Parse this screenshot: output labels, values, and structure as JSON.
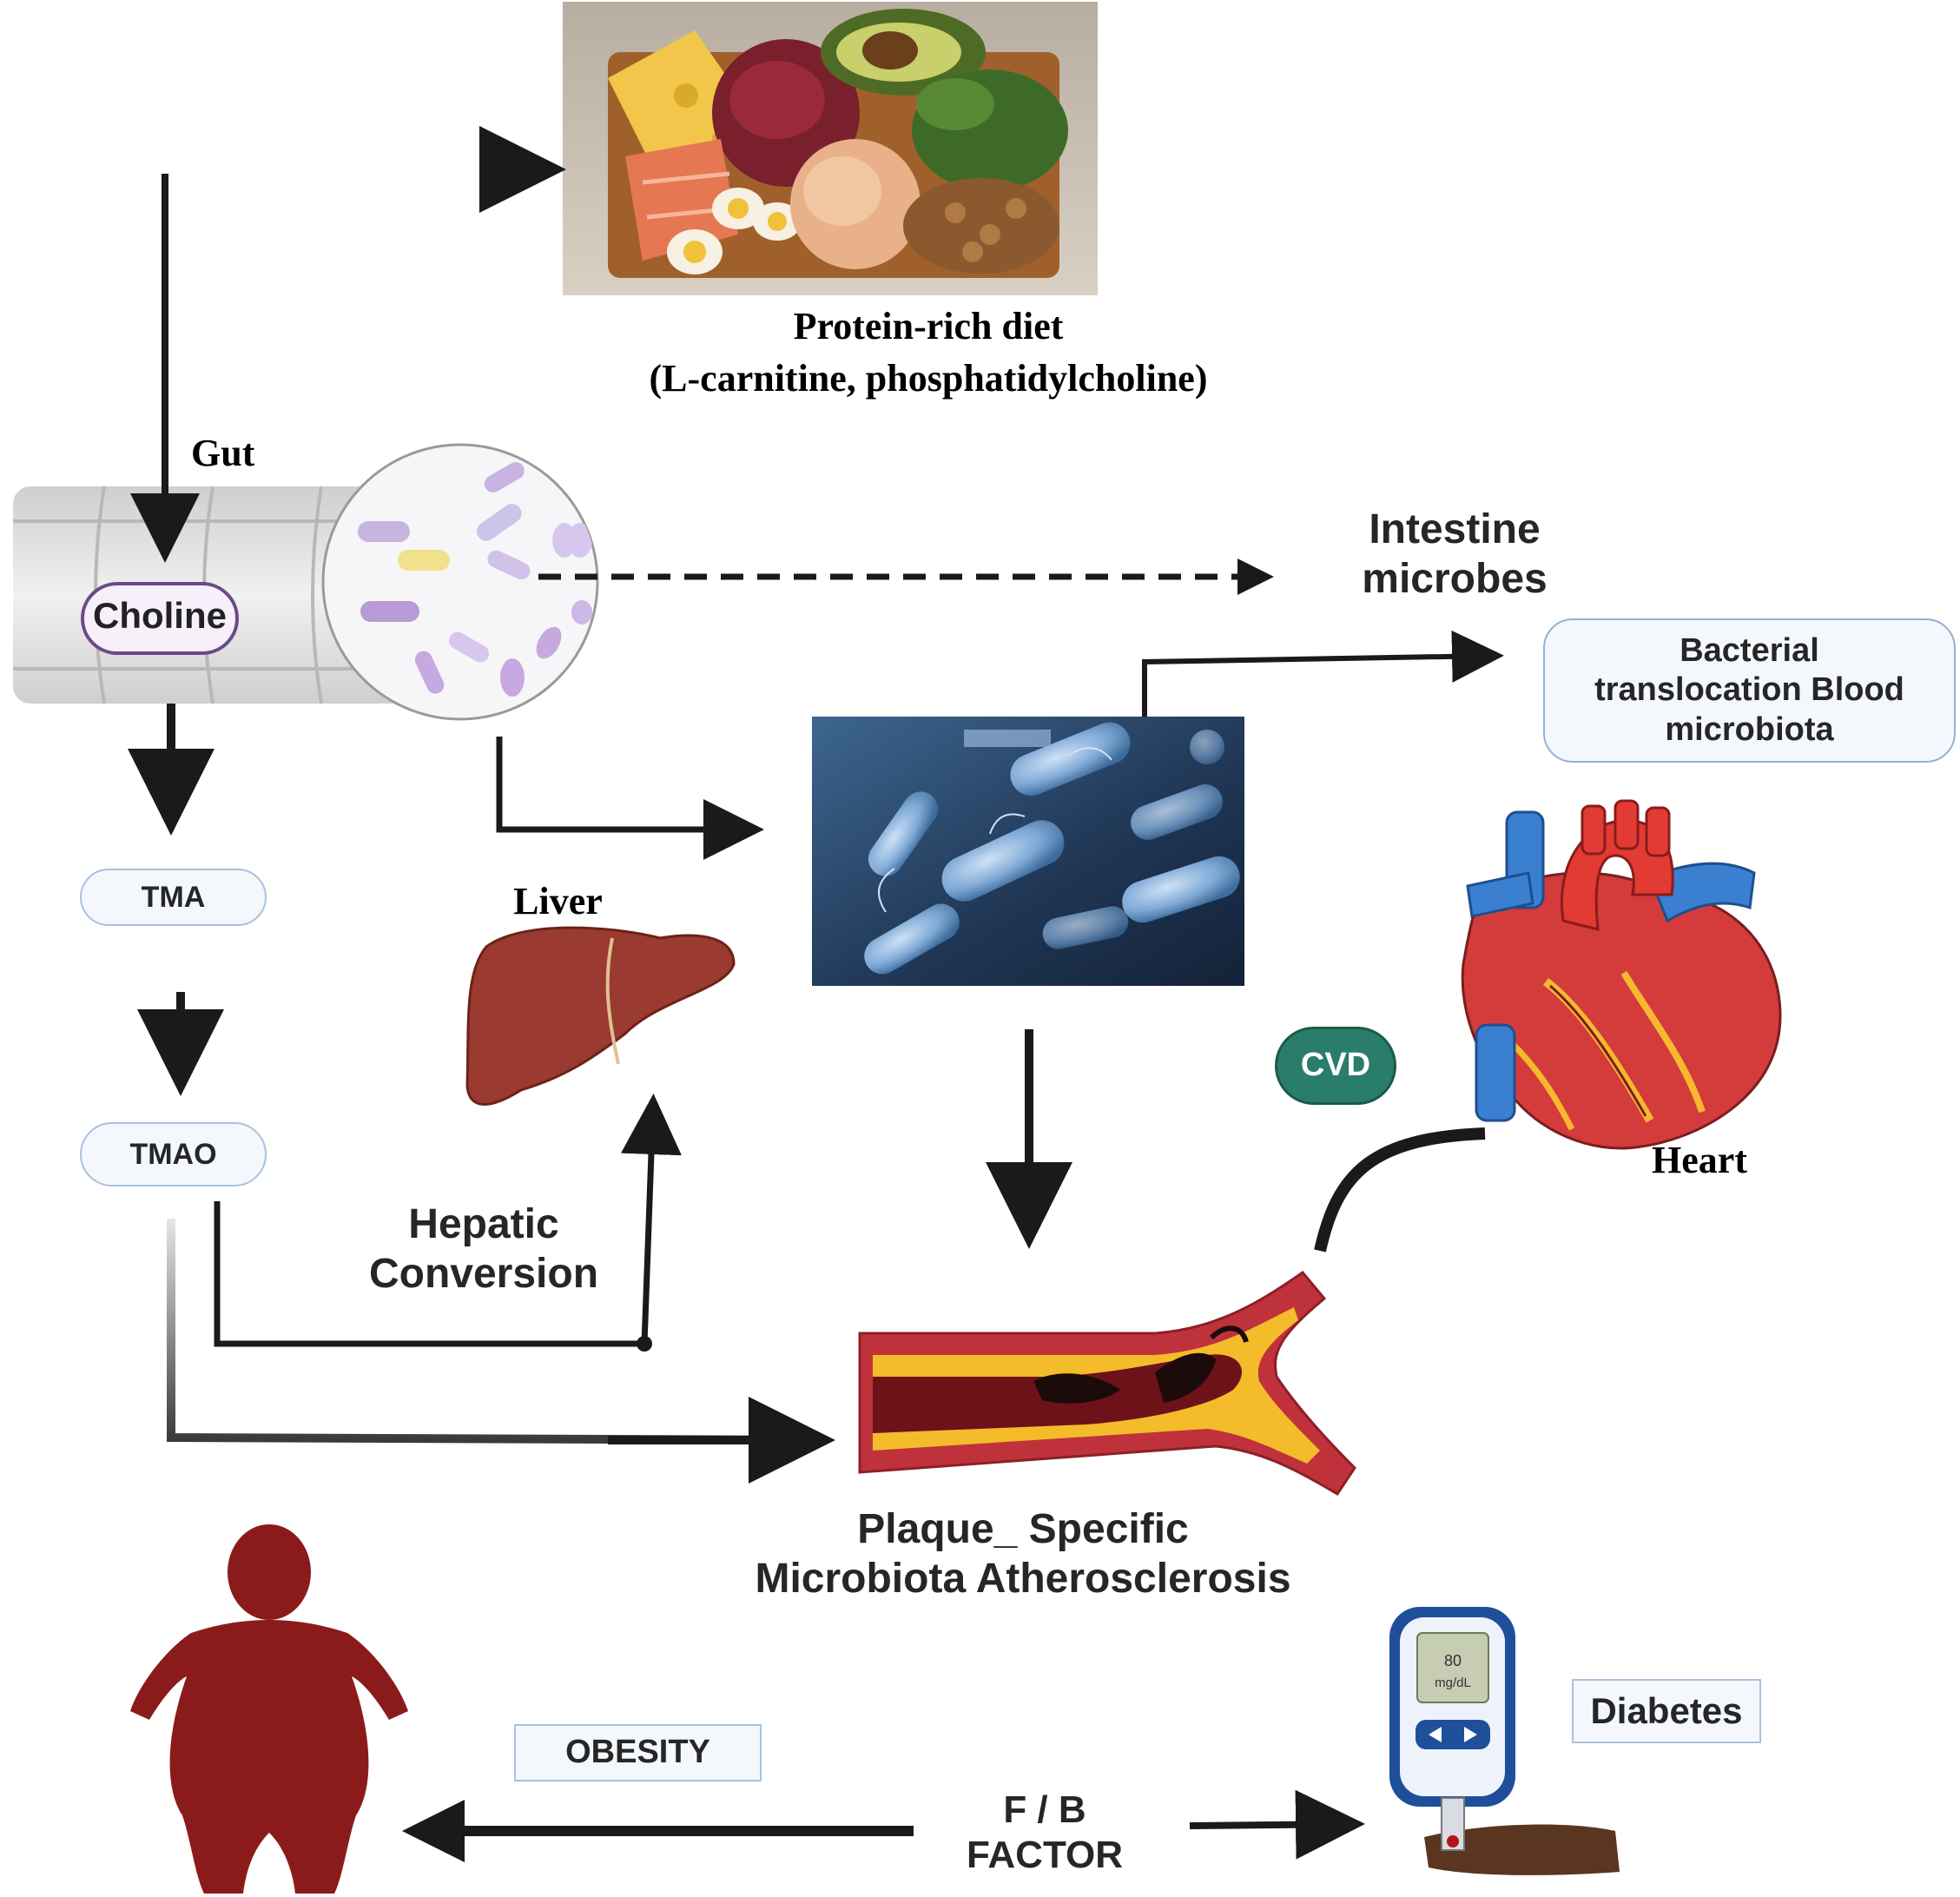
{
  "diet": {
    "title": "Protein-rich diet",
    "subtitle": "(L-carnitine, phosphatidylcholine)"
  },
  "gut": {
    "label": "Gut",
    "choline_label": "Choline"
  },
  "intestine": {
    "line1": "Intestine",
    "line2": "microbes"
  },
  "translocation": {
    "line1": "Bacterial",
    "line2": "translocation Blood",
    "line3": "microbiota"
  },
  "metabolites": {
    "tma": "TMA",
    "tmao": "TMAO"
  },
  "liver": {
    "label": "Liver"
  },
  "hepatic": {
    "line1": "Hepatic",
    "line2": "Conversion"
  },
  "cvd": {
    "label": "CVD",
    "color": "#2a7d6a"
  },
  "heart": {
    "label": "Heart"
  },
  "plaque": {
    "line1": "Plaque_ Specific",
    "line2": "Microbiota Atherosclerosis"
  },
  "obesity": {
    "label": "OBESITY"
  },
  "fb": {
    "line1": "F / B",
    "line2": "FACTOR"
  },
  "diabetes": {
    "label": "Diabetes",
    "meter_reading": "80",
    "meter_unit": "mg/dL"
  },
  "colors": {
    "arrow": "#1a1a1a",
    "vessel_red": "#c0323b",
    "plaque_yellow": "#f4bb2a",
    "liver": "#9b3a30",
    "obesity_figure": "#8b1b1b",
    "bacteria_bg": "#2c4a6e"
  }
}
